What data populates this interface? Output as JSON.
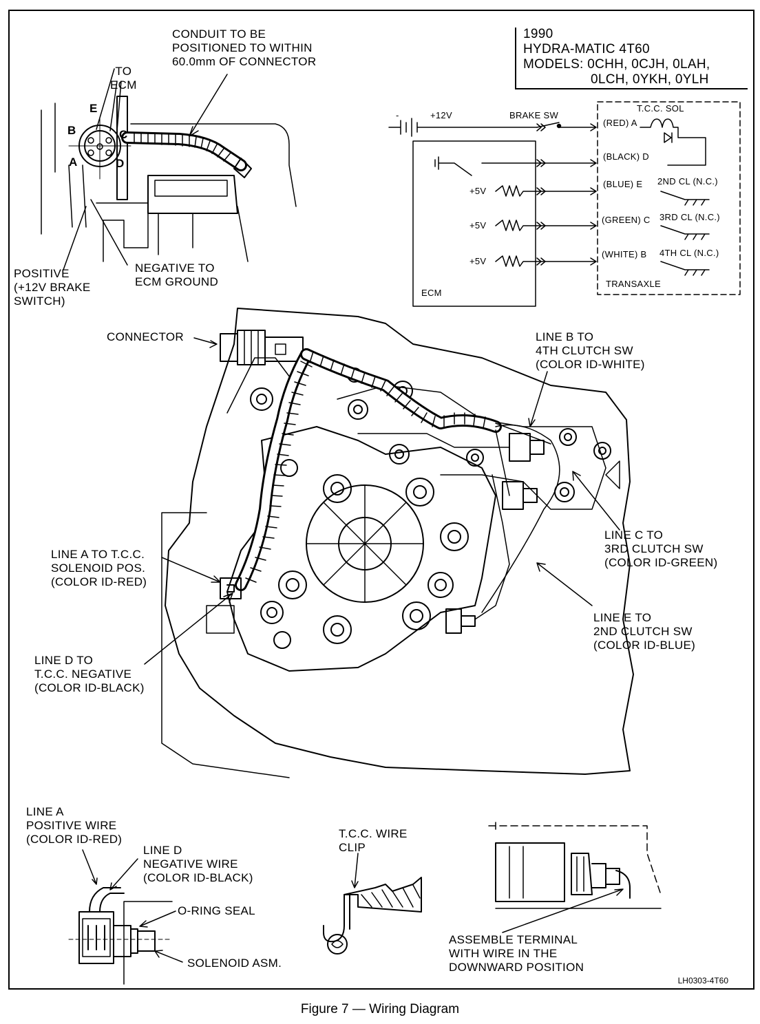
{
  "model_box": {
    "year": "1990",
    "transmission": "HYDRA-MATIC 4T60",
    "models_line1": "MODELS: 0CHH, 0CJH, 0LAH,",
    "models_line2": "0LCH, 0YKH, 0YLH"
  },
  "connector_detail": {
    "conduit_note": [
      "CONDUIT TO BE",
      "POSITIONED TO WITHIN",
      "60.0mm OF CONNECTOR"
    ],
    "to_ecm": [
      "TO",
      "ECM"
    ],
    "pins": [
      "A",
      "B",
      "C",
      "D",
      "E"
    ],
    "positive": [
      "POSITIVE",
      "(+12V BRAKE",
      "SWITCH)"
    ],
    "negative": [
      "NEGATIVE TO",
      "ECM GROUND"
    ]
  },
  "schematic": {
    "plus12v": "+12V",
    "minus": "-",
    "brake_sw": "BRAKE SW",
    "tcc_sol": "T.C.C. SOL",
    "red_a": "(RED) A",
    "black_d": "(BLACK) D",
    "blue_e": "(BLUE) E",
    "green_c": "(GREEN) C",
    "white_b": "(WHITE) B",
    "cl2": "2ND CL (N.C.)",
    "cl3": "3RD CL (N.C.)",
    "cl4": "4TH CL (N.C.)",
    "plus5v": "+5V",
    "ecm": "ECM",
    "transaxle": "TRANSAXLE"
  },
  "main_labels": {
    "connector": "CONNECTOR",
    "line_b": [
      "LINE B TO",
      "4TH CLUTCH SW",
      "(COLOR ID-WHITE)"
    ],
    "line_c": [
      "LINE C TO",
      "3RD CLUTCH SW",
      "(COLOR ID-GREEN)"
    ],
    "line_e": [
      "LINE E TO",
      "2ND CLUTCH SW",
      "(COLOR ID-BLUE)"
    ],
    "line_a": [
      "LINE A TO T.C.C.",
      "SOLENOID POS.",
      "(COLOR ID-RED)"
    ],
    "line_d": [
      "LINE D TO",
      "T.C.C. NEGATIVE",
      "(COLOR ID-BLACK)"
    ]
  },
  "bottom_left": {
    "line_a": [
      "LINE A",
      "POSITIVE WIRE",
      "(COLOR ID-RED)"
    ],
    "line_d": [
      "LINE D",
      "NEGATIVE WIRE",
      "(COLOR ID-BLACK)"
    ],
    "oring": "O-RING SEAL",
    "solenoid": "SOLENOID ASM."
  },
  "bottom_mid": {
    "clip": [
      "T.C.C. WIRE",
      "CLIP"
    ]
  },
  "bottom_right": {
    "note": [
      "ASSEMBLE TERMINAL",
      "WITH WIRE IN THE",
      "DOWNWARD POSITION"
    ]
  },
  "reference": "LH0303-4T60",
  "caption": "Figure 7 — Wiring Diagram"
}
